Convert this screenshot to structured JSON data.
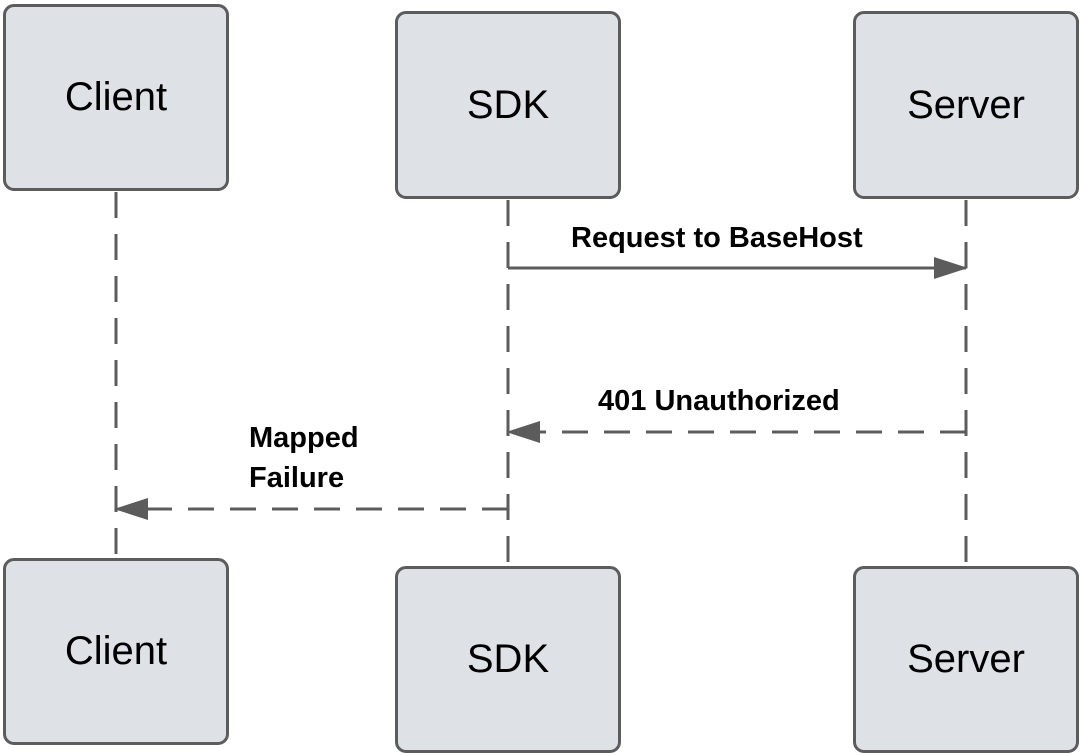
{
  "participants": {
    "client": "Client",
    "sdk": "SDK",
    "server": "Server"
  },
  "messages": [
    {
      "id": "request",
      "from": "SDK",
      "to": "Server",
      "style": "solid",
      "label": [
        "Request to BaseHost"
      ]
    },
    {
      "id": "unauthorized",
      "from": "Server",
      "to": "SDK",
      "style": "dashed",
      "label": [
        "401 Unauthorized"
      ]
    },
    {
      "id": "mapped-failure",
      "from": "SDK",
      "to": "Client",
      "style": "dashed",
      "label": [
        "Mapped",
        "Failure"
      ]
    }
  ],
  "colors": {
    "box_fill": "#dee1e6",
    "stroke": "#5c5c5c",
    "text": "#000000"
  }
}
